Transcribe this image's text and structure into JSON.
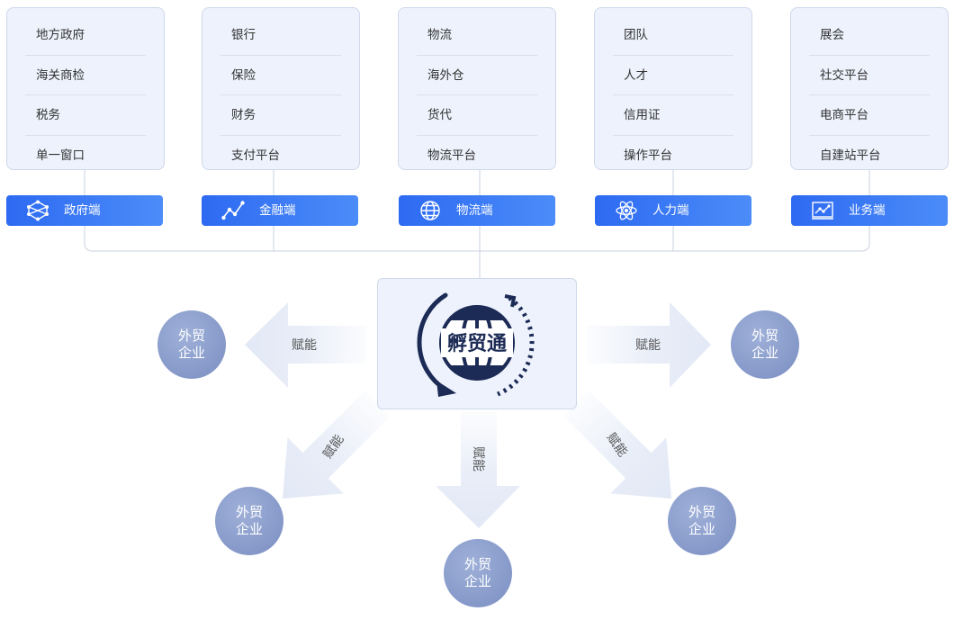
{
  "columns": [
    {
      "items": [
        "地方政府",
        "海关商检",
        "税务",
        "单一窗口"
      ],
      "tab_label": "政府端",
      "icon": "network-nodes-icon"
    },
    {
      "items": [
        "银行",
        "保险",
        "财务",
        "支付平台"
      ],
      "tab_label": "金融端",
      "icon": "trend-line-icon"
    },
    {
      "items": [
        "物流",
        "海外仓",
        "货代",
        "物流平台"
      ],
      "tab_label": "物流端",
      "icon": "globe-icon"
    },
    {
      "items": [
        "团队",
        "人才",
        "信用证",
        "操作平台"
      ],
      "tab_label": "人力端",
      "icon": "atom-icon"
    },
    {
      "items": [
        "展会",
        "社交平台",
        "电商平台",
        "自建站平台"
      ],
      "tab_label": "业务端",
      "icon": "chart-board-icon"
    }
  ],
  "center": {
    "logo_text": "孵贸通"
  },
  "enterprise": {
    "line1": "外贸",
    "line2": "企业"
  },
  "arrow_label": "赋能",
  "colors": {
    "tab": "#2d6af2",
    "card_bg": "#edf2fc",
    "logo": "#1c2b55",
    "circle": "#8a9dcc"
  }
}
